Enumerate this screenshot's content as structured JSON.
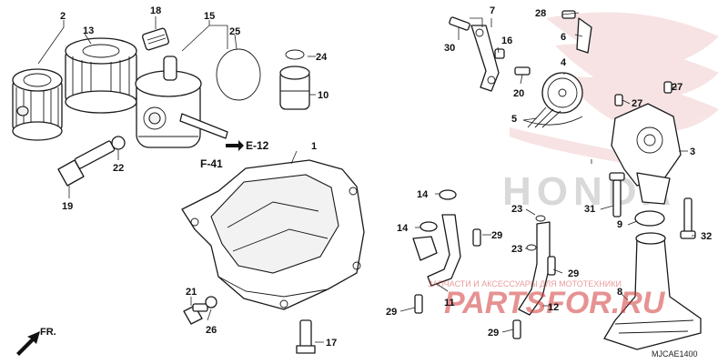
{
  "diagram": {
    "code": "MJCAE1400",
    "direction_label": "FR.",
    "references": {
      "e12": "E-12",
      "f41": "F-41"
    }
  },
  "watermark": {
    "brand": "HONDA",
    "shop_caption": "ЗАПЧАСТИ И АКСЕССУАРЫ ДЛЯ МОТОТЕХНИКИ",
    "shop_logo": "PARTSFOR.RU"
  },
  "callouts": {
    "p1": "1",
    "p2": "2",
    "p3": "3",
    "p4": "4",
    "p5": "5",
    "p6": "6",
    "p7": "7",
    "p8": "8",
    "p9": "9",
    "p10": "10",
    "p11": "11",
    "p12": "12",
    "p13": "13",
    "p14a": "14",
    "p14b": "14",
    "p15": "15",
    "p16": "16",
    "p17": "17",
    "p18": "18",
    "p19": "19",
    "p20": "20",
    "p21": "21",
    "p22": "22",
    "p23a": "23",
    "p23b": "23",
    "p24": "24",
    "p25": "25",
    "p26": "26",
    "p27a": "27",
    "p27b": "27",
    "p28": "28",
    "p29a": "29",
    "p29b": "29",
    "p29c": "29",
    "p29d": "29",
    "p30": "30",
    "p31": "31",
    "p32": "32"
  }
}
